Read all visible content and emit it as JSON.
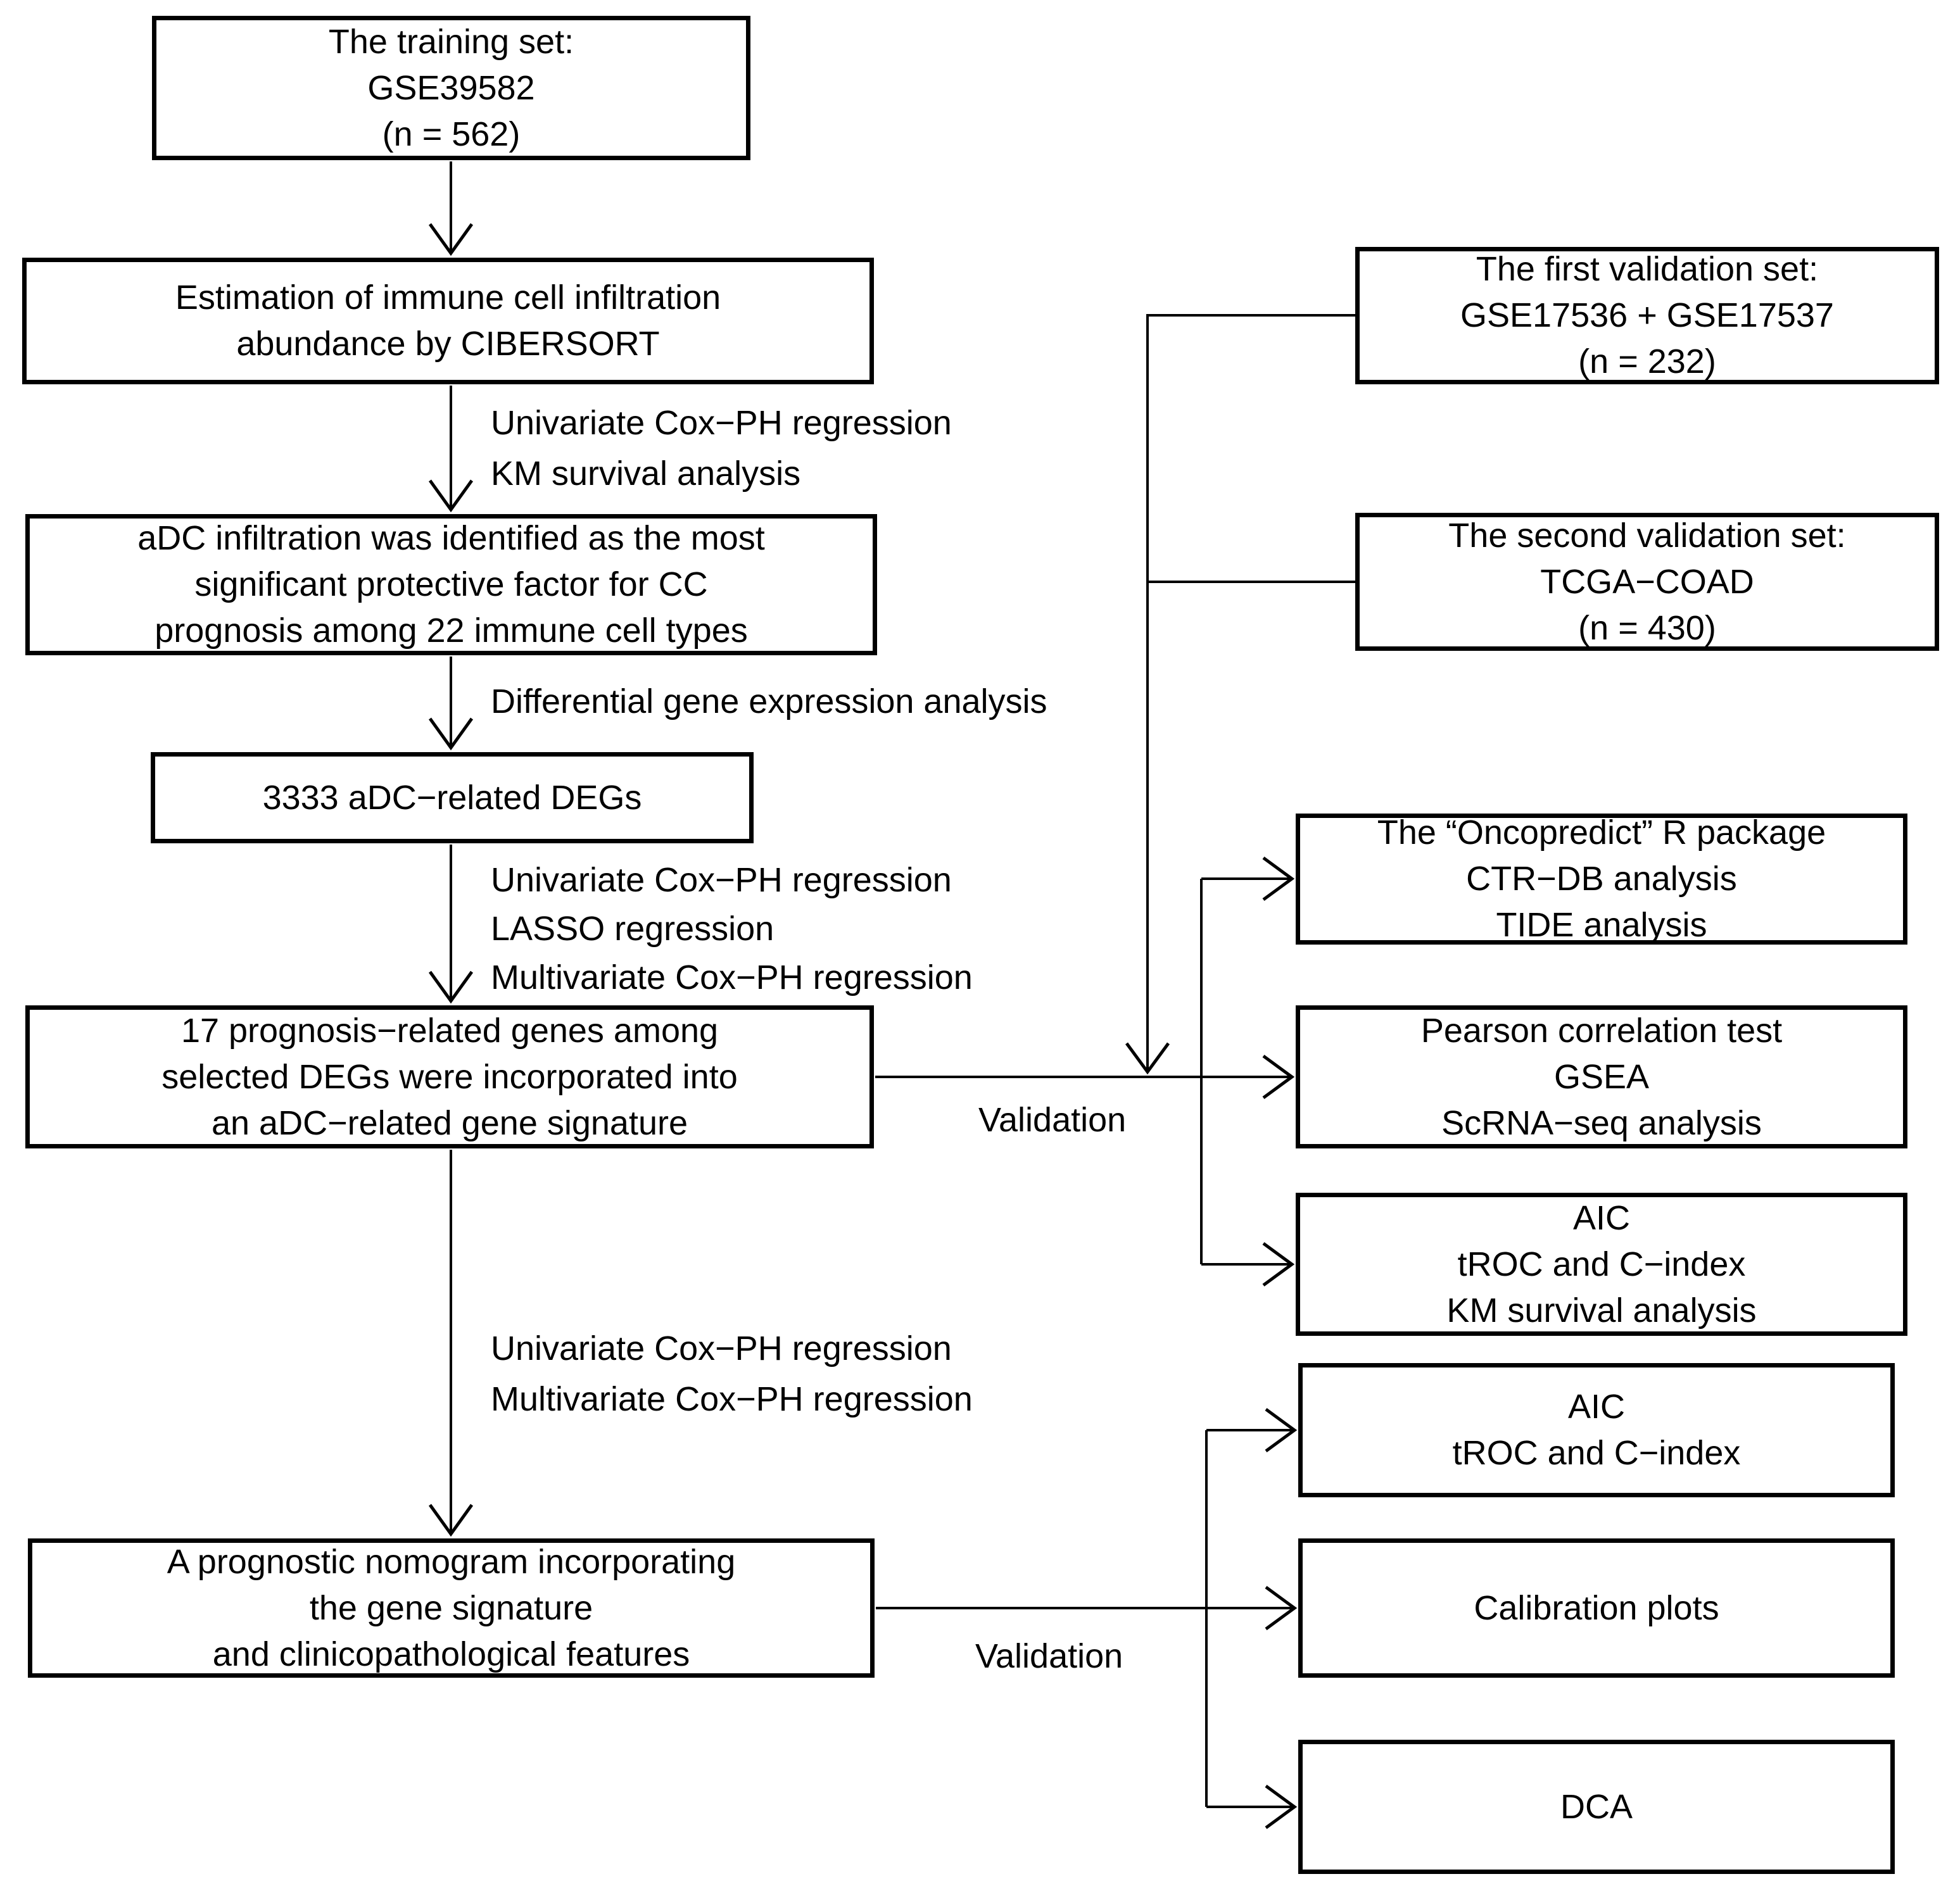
{
  "figure": {
    "type": "flowchart",
    "background_color": "#ffffff",
    "line_color": "#000000",
    "text_color": "#000000",
    "boxes": {
      "training": {
        "lines": [
          "The training set:",
          "GSE39582",
          "(n = 562)"
        ]
      },
      "estimation": {
        "lines": [
          "Estimation of immune cell infiltration",
          "abundance by CIBERSORT"
        ]
      },
      "adc_factor": {
        "lines": [
          "aDC infiltration was identified as the most",
          "significant protective factor for CC",
          "prognosis among 22 immune cell types"
        ]
      },
      "degs": {
        "lines": [
          "3333 aDC−related DEGs"
        ]
      },
      "signature": {
        "lines": [
          "17 prognosis−related genes among",
          "selected DEGs were incorporated into",
          "an aDC−related gene signature"
        ]
      },
      "nomogram": {
        "lines": [
          "A prognostic nomogram incorporating",
          "the gene signature",
          "and clinicopathological features"
        ]
      },
      "validation_set_1": {
        "lines": [
          "The first validation set:",
          "GSE17536 + GSE17537",
          "(n = 232)"
        ]
      },
      "validation_set_2": {
        "lines": [
          "The second validation set:",
          "TCGA−COAD",
          "(n = 430)"
        ]
      },
      "drug_analysis": {
        "lines": [
          "The “Oncopredict” R package",
          "CTR−DB analysis",
          "TIDE analysis"
        ]
      },
      "correlation_analysis": {
        "lines": [
          "Pearson correlation test",
          "GSEA",
          "ScRNA−seq analysis"
        ]
      },
      "signature_performance": {
        "lines": [
          "AIC",
          "tROC and C−index",
          "KM survival analysis"
        ]
      },
      "nomogram_performance": {
        "lines": [
          "AIC",
          "tROC and C−index"
        ]
      },
      "calibration": {
        "lines": [
          "Calibration plots"
        ]
      },
      "dca": {
        "lines": [
          "DCA"
        ]
      }
    },
    "edge_labels": {
      "cox_km": [
        "Univariate Cox−PH regression",
        "KM survival analysis"
      ],
      "dge": [
        "Differential gene expression analysis"
      ],
      "cox_lasso_multi": [
        "Univariate Cox−PH regression",
        "LASSO regression",
        "Multivariate Cox−PH regression"
      ],
      "cox_multi": [
        "Univariate Cox−PH regression",
        "Multivariate Cox−PH regression"
      ],
      "validation_signature": "Validation",
      "validation_nomogram": "Validation"
    }
  }
}
